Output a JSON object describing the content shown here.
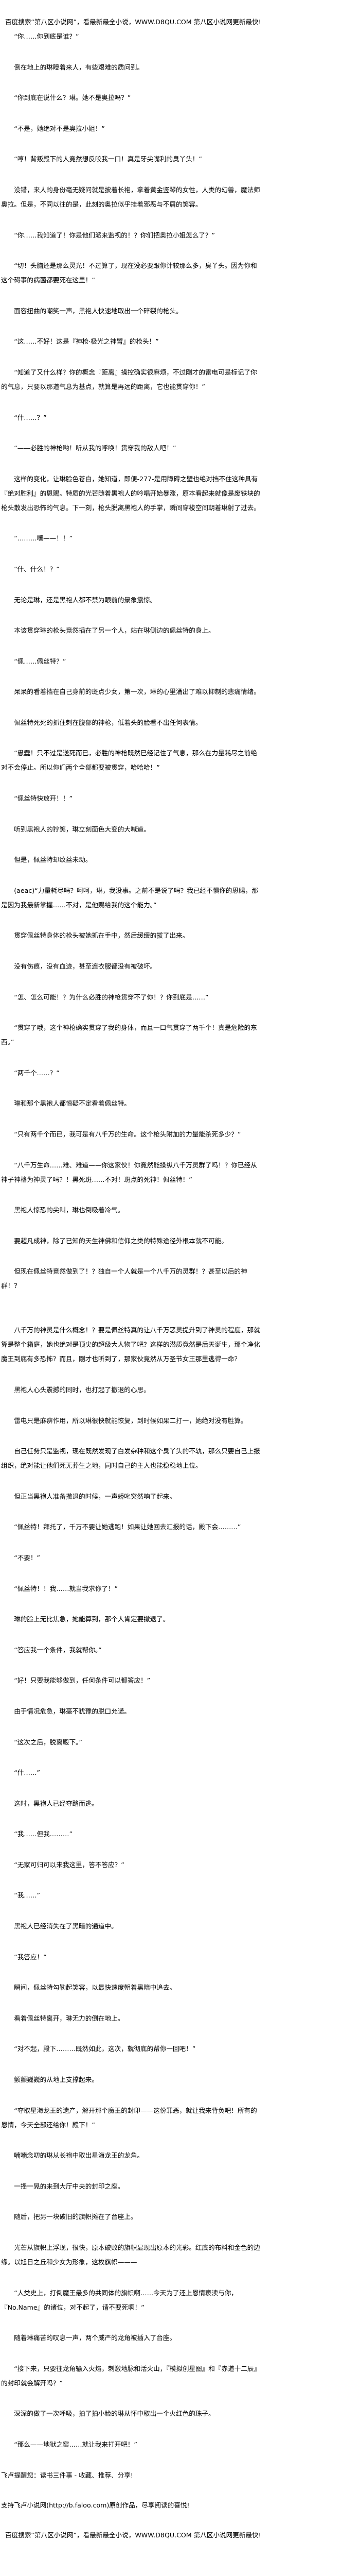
{
  "banner": "百度搜索“第八区小说网”，看最新最全小说，WWW.D8QU.COM   第八区小说网更新最快!",
  "paragraphs": [
    "“你……你到底是谁？”",
    "倒在地上的琳瞪着来人，有些艰难的质问到。",
    "“你到底在说什么？琳。她不是奥拉吗？”",
    "“不是，她绝对不是奥拉小姐！”",
    "“哼！背叛殿下的人竟然想反咬我一口！真是牙尖嘴利的臭丫头！”",
    "没错，来人的身份毫无疑问就是披着长袍，拿着黄金竖琴的女性，人类的幻兽，魔法师奥拉。但是，不同以往的是，此刻的奥拉似乎挂着邪恶与不屑的笑容。",
    "“你……我知道了！你是他们派来监视的！？你们把奥拉小姐怎么了？”",
    "“切！头脑还是那么灵光！不过算了，现在没必要跟你计较那么多，臭丫头。因为你和这个碍事的病菌都要死在这里！”",
    "面容扭曲的嘲笑一声，黑袍人快速地取出一个碎裂的枪头。",
    "“这……不好！这是『神枪·极光之神臂』的枪头！”",
    "“知道了又什么样？你的概念『距离』操控确实很麻烦，不过刚才的雷电可是标记了你的气息，只要以那道气息为基点，就算是再远的距离，它也能贯穿你！”",
    "“什……？”",
    "“——必胜的神枪哟！听从我的呼唤！贯穿我的敌人吧！”",
    "这样的变化，让琳脸色苍白，她知道，即便-277-是用障碍之壁也绝对挡不住这种具有『绝对胜利』的恩赐。特质的光芒随着黑袍人的吟唱开始暴涨，原本看起来就像是废铁块的枪头散发出恐怖的气息。下一刻，枪头脱离黑袍人的手掌，瞬间穿梭空间朝着琳射了过去。",
    "“………噗——！！”",
    "“什、什么！？”",
    "无论是琳，还是黑袍人都不禁为眼前的景象震惊。",
    "本该贯穿琳的枪头竟然插在了另一个人，站在琳侧边的佩丝特的身上。",
    "“佩……佩丝特？”",
    "呆呆的看着挡在自己身前的斑点少女，第一次，琳的心里涌出了难以抑制的悲痛情绪。",
    "佩丝特死死的抓住刺在腹部的神枪，低着头的脸看不出任何表情。",
    "“愚蠢！只不过是送死而已，必胜的神枪既然已经记住了气息，那么在力量耗尽之前绝对不会停止。所以你们两个全部都要被贯穿，哈哈哈！”",
    "“佩丝特快放开！！”",
    "听到黑袍人的狞笑，琳立刻面色大变的大喊道。",
    "但是，佩丝特却纹丝未动。",
    "(aeac)“力量耗尽吗？呵呵，琳，我没事。之前不是说了吗？我已经不惧你的恩赐，那是因为我最新掌握……不对，是他赐给我的这个能力。”",
    "贯穿佩丝特身体的枪头被她抓在手中，然后缓缓的拔了出来。",
    "没有伤痕，没有血迹，甚至连衣服都没有被破坏。",
    "“怎、怎么可能！？为什么必胜的神枪贯穿不了你！？你到底是……”",
    "“贯穿了哦，这个神枪确实贯穿了我的身体，而且一口气贯穿了两千个！真是危险的东西。”",
    "“两千个……？”",
    "琳和那个黑袍人都惊疑不定看着佩丝特。",
    "“只有两千个而已，我可是有八千万的生命。这个枪头附加的力量能杀死多少？”",
    "“八千万生命……难、难道——你这家伙！你竟然能操纵八千万灵群了吗！？你已经从神子神格为神灵了吗？！黑死斑……不对！斑点的死神！佩丝特！”",
    "黑袍人惊恐的尖叫，琳也倒吸着冷气。",
    "要超凡成神，除了已知的天生神佛和信仰之类的特殊途径外根本就不可能。",
    "但现在佩丝特竟然做到了！？独自一个人就是一个八千万的灵群！？甚至以后的神群！？",
    "八千万的神灵是什么概念！？要是佩丝特真的让八千万恶灵提升到了神灵的程度，那就算是整个箱庭，她也绝对是顶尖的超级大人物了吧？这样的潜质竟然是后天诞生，那个净化魔王到底有多恐怖？而且，刚才也听到了，那家伙竟然从万圣节女王那里逃得一命？",
    "黑袍人心头震撼的同时，也打起了撤退的心思。",
    "雷电只是麻痹作用，所以琳很快就能恢复，到时候如果二打一，她绝对没有胜算。",
    "自己任务只是监视，现在既然发现了白发杂种和这个臭丫头的不轨，那么只要自己上报组织，绝对能让他们死无葬生之地，同时自己的主人也能稳稳地上位。",
    "但正当黑袍人准备撤退的时候，一声娇叱突然响了起来。",
    "“佩丝特！拜托了，千万不要让她逃跑！如果让她回去汇报的话，殿下会………”",
    "“不要！”",
    "“佩丝特！！我……就当我求你了！”",
    "琳的脸上无比焦急，她能算到，那个人肯定要撤退了。",
    "“答应我一个条件，我就帮你。”",
    "“好！只要我能够做到，任何条件可以都答应！”",
    "由于情况危急，琳毫不犹豫的脱口允诺。",
    "“这次之后，脱离殿下。”",
    "“什……”",
    "这时，黑袍人已经夺路而逃。",
    "“我……但我………”",
    "“无家可归可以来我这里，答不答应？”",
    "“我……”",
    "黑袍人已经消失在了黑暗的通道中。",
    "“我答应！”",
    "瞬间，佩丝特勾勒起笑容，以最快速度朝着黑暗中追去。",
    "看着佩丝特离开，琳无力的倒在地上。",
    "“对不起，殿下………既然如此，这次，就彻底的帮你一回吧！”",
    "颤颤巍巍的从地上支撑起来。",
    "“夺取星海龙王的遗产，解开那个魔王的封印——这份罪恶，就让我来背负吧！所有的恩情，今天全部还给你！殿下！”",
    "喃喃念叨的琳从长袍中取出星海龙王的龙角。",
    "一摇一晃的来到大厅中央的封印之座。",
    "随后，把另一块破旧的旗帜摊在了台座上。",
    "光芒从旗帜上浮现，很快，原本破败的旗帜显现出原本的光彩。红底的布料和金色的边缘。以旭日之丘和少女为形象，这枚旗帜———",
    "“人类史上，打倒魔王最多的共同体的旗帜啊……今天为了还上恩情亵渎与你，『No.Name』的诸位，对不起了，请不要死啊！”",
    "随着琳痛苦的叹息一声，两个威严的龙角被插入了台座。",
    "“接下来，只要往龙角输入火焰，刺激地脉和活火山，『模拟创星图』和『赤道十二辰』的封印就会解开吗？”",
    "深深的做了一次呼吸，拍了拍小脸的琳从怀中取出一个火红色的珠子。",
    "“那么——地狱之窑……就让我来打开吧！”"
  ],
  "footer": {
    "reminder": "飞卢提醒您：读书三件事 - 收藏、推荐、分享!",
    "support": "支持飞卢小说网(http://b.faloo.com)原创作品，尽享阅读的喜悦!",
    "banner": "百度搜索“第八区小说网”，看最新最全小说，WWW.D8QU.COM   第八区小说网更新最快!"
  }
}
